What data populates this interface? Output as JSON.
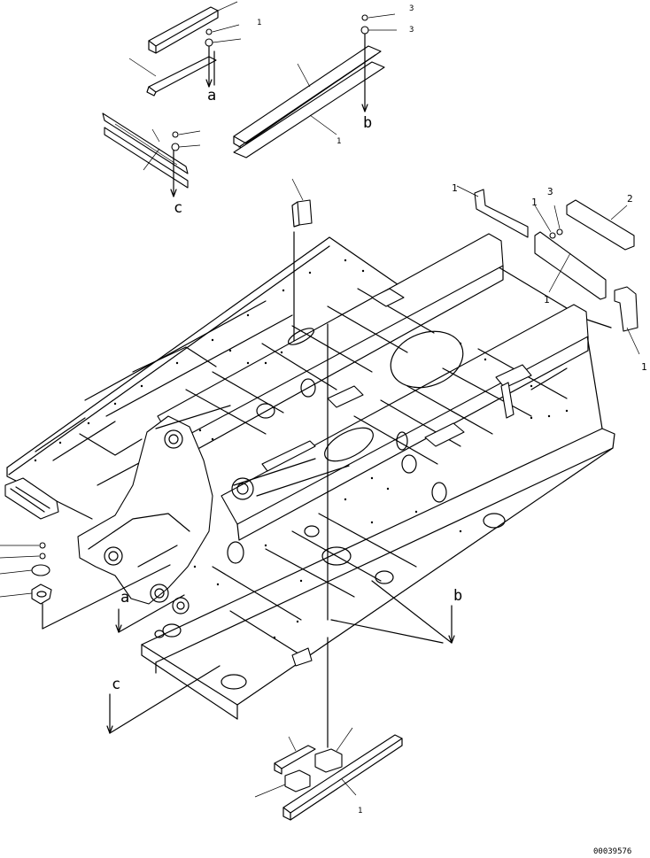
{
  "drawing_id": "00039576",
  "view_labels": {
    "a": "a",
    "b": "b",
    "c": "c"
  },
  "part_numbers": {
    "p1": "1",
    "p2": "2",
    "p3": "3"
  }
}
